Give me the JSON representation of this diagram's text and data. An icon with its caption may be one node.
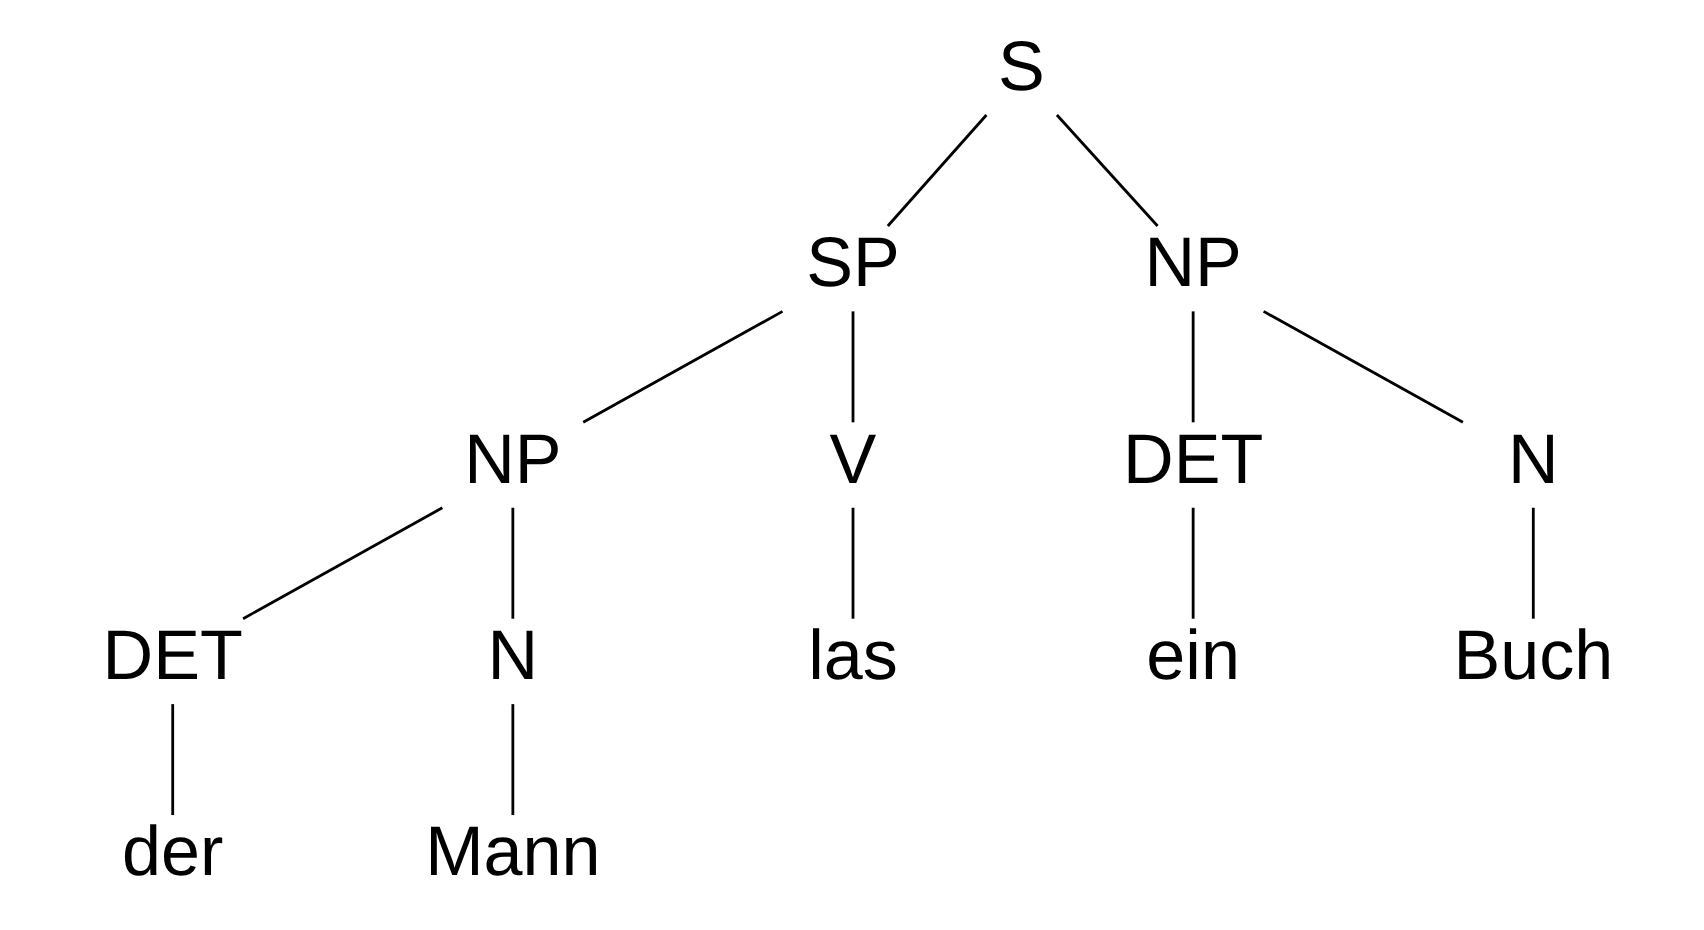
{
  "diagram": {
    "nodes": [
      {
        "text": [
          "S"
        ]
      },
      {
        "text": [
          "SP"
        ]
      },
      {
        "text": [
          "NP"
        ]
      },
      {
        "text": [
          "NP"
        ]
      },
      {
        "text": [
          "DET"
        ]
      },
      {
        "text": [
          "N"
        ]
      },
      {
        "text": [
          "V"
        ]
      },
      {
        "text": [
          "DET"
        ]
      },
      {
        "text": [
          "N"
        ]
      },
      {
        "text": [
          "der"
        ]
      },
      {
        "text": [
          "Mann"
        ]
      },
      {
        "text": [
          "las"
        ]
      },
      {
        "text": [
          "ein"
        ]
      },
      {
        "text": [
          "Buch"
        ]
      }
    ],
    "edges": [
      {
        "from": 0,
        "to": 1,
        "arrow": "none"
      },
      {
        "from": 0,
        "to": 3,
        "arrow": "none"
      },
      {
        "from": 1,
        "to": 2,
        "arrow": "none"
      },
      {
        "from": 1,
        "to": 6,
        "arrow": "none"
      },
      {
        "from": 2,
        "to": 4,
        "arrow": "none"
      },
      {
        "from": 2,
        "to": 5,
        "arrow": "none"
      },
      {
        "from": 3,
        "to": 7,
        "arrow": "none"
      },
      {
        "from": 3,
        "to": 8,
        "arrow": "none"
      },
      {
        "from": 4,
        "to": 9,
        "arrow": "none"
      },
      {
        "from": 5,
        "to": 10,
        "arrow": "none"
      },
      {
        "from": 6,
        "to": 11,
        "arrow": "none"
      },
      {
        "from": 7,
        "to": 12,
        "arrow": "none"
      },
      {
        "from": 8,
        "to": 13,
        "arrow": "none"
      }
    ]
  }
}
